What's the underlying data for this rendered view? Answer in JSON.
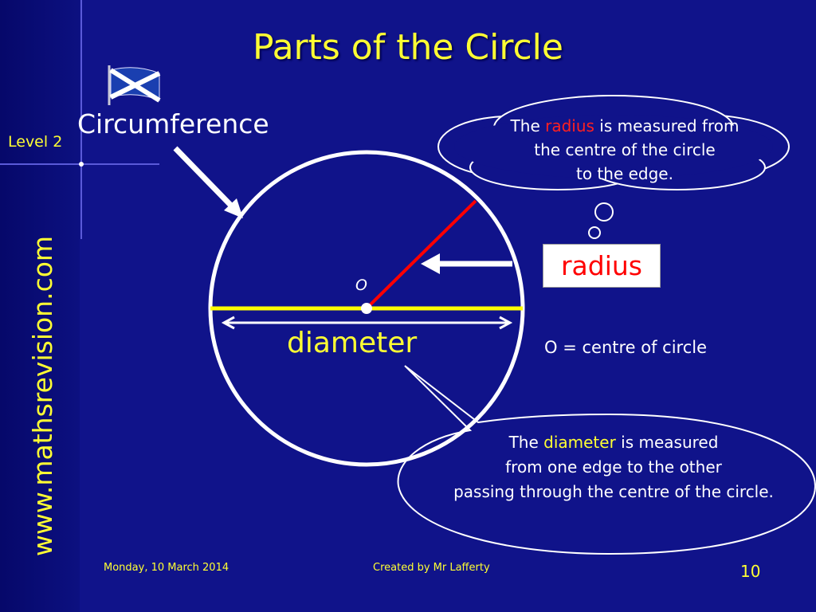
{
  "slide": {
    "title": "Parts of the Circle",
    "level": "Level 2",
    "website": "www.mathsrevision.com",
    "labels": {
      "circumference": "Circumference",
      "diameter": "diameter",
      "centre": "O",
      "radius": "radius",
      "centre_definition": "O = centre of circle"
    },
    "radius_cloud": {
      "before": "The ",
      "highlight": "radius",
      "line1_after": " is measured from",
      "line2": "the centre of the circle",
      "line3": "to the edge."
    },
    "diameter_bubble": {
      "before": "The ",
      "highlight": "diameter",
      "line1_after": " is measured",
      "line2": "from one edge to the other",
      "line3": "passing through the centre of the circle."
    },
    "footer": {
      "date": "Monday, 10 March 2014",
      "author": "Created by Mr Lafferty",
      "page": "10"
    }
  },
  "colors": {
    "background": "#10138a",
    "title": "#ffff33",
    "diameter_line": "#ffff00",
    "radius_line": "#ff0000",
    "text": "#ffffff"
  },
  "icons": [
    "scotland-flag-icon"
  ]
}
